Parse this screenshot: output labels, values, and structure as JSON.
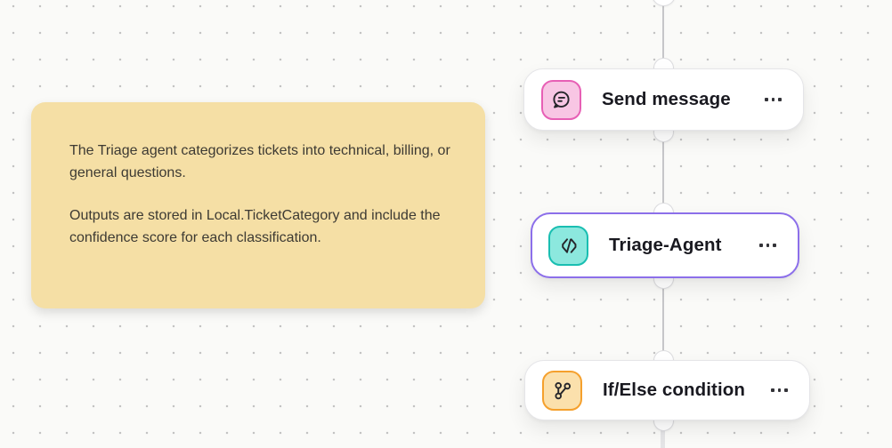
{
  "canvas": {
    "background_color": "#FAFAF8",
    "dot_grid_color": "#C3C3C3",
    "edge_color": "#C6C6C9"
  },
  "sticky_note": {
    "background_color": "#F5DFA5",
    "paragraph1": "The Triage agent categorizes tickets into technical, billing, or general questions.",
    "paragraph2": "Outputs are stored in Local.TicketCategory and include the confidence score for each classification."
  },
  "nodes": [
    {
      "label": "Send message",
      "icon": "chat-message-icon",
      "icon_bg": "#F8C6E4",
      "icon_border": "#E75FB5",
      "selected": false,
      "menu": "more-options"
    },
    {
      "label": "Triage-Agent",
      "icon": "agent-code-icon",
      "icon_bg": "#8CE8DE",
      "icon_border": "#19BEB1",
      "selected": true,
      "selection_border_color": "#8C6FEA",
      "menu": "more-options"
    },
    {
      "label": "If/Else condition",
      "icon": "branch-icon",
      "icon_bg": "#FBE0AC",
      "icon_border": "#F5A02D",
      "selected": false,
      "menu": "more-options"
    }
  ]
}
